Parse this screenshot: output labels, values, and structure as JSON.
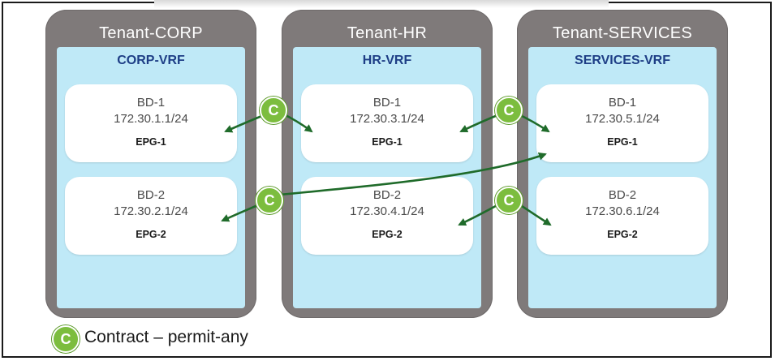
{
  "tenants": [
    {
      "title": "Tenant-CORP",
      "vrf": "CORP-VRF",
      "bds": [
        {
          "name": "BD-1",
          "subnet": "172.30.1.1/24",
          "epg": "EPG-1"
        },
        {
          "name": "BD-2",
          "subnet": "172.30.2.1/24",
          "epg": "EPG-2"
        }
      ]
    },
    {
      "title": "Tenant-HR",
      "vrf": "HR-VRF",
      "bds": [
        {
          "name": "BD-1",
          "subnet": "172.30.3.1/24",
          "epg": "EPG-1"
        },
        {
          "name": "BD-2",
          "subnet": "172.30.4.1/24",
          "epg": "EPG-2"
        }
      ]
    },
    {
      "title": "Tenant-SERVICES",
      "vrf": "SERVICES-VRF",
      "bds": [
        {
          "name": "BD-1",
          "subnet": "172.30.5.1/24",
          "epg": "EPG-1"
        },
        {
          "name": "BD-2",
          "subnet": "172.30.6.1/24",
          "epg": "EPG-2"
        }
      ]
    }
  ],
  "contract_symbol": "C",
  "legend": {
    "symbol": "C",
    "text": "Contract – permit-any"
  },
  "colors": {
    "tenant_bg": "#7f7a7a",
    "vrf_bg": "#bfe9f7",
    "vrf_title": "#1e3e86",
    "contract_green": "#7cbd3e",
    "arrow": "#1f6b2a"
  },
  "contracts": [
    {
      "between": [
        "Tenant-CORP EPG-1",
        "Tenant-HR EPG-1"
      ]
    },
    {
      "between": [
        "Tenant-HR EPG-1",
        "Tenant-SERVICES EPG-1"
      ]
    },
    {
      "between": [
        "Tenant-CORP EPG-2",
        "Tenant-SERVICES EPG-1"
      ]
    },
    {
      "between": [
        "Tenant-HR EPG-2",
        "Tenant-SERVICES EPG-2"
      ]
    }
  ]
}
